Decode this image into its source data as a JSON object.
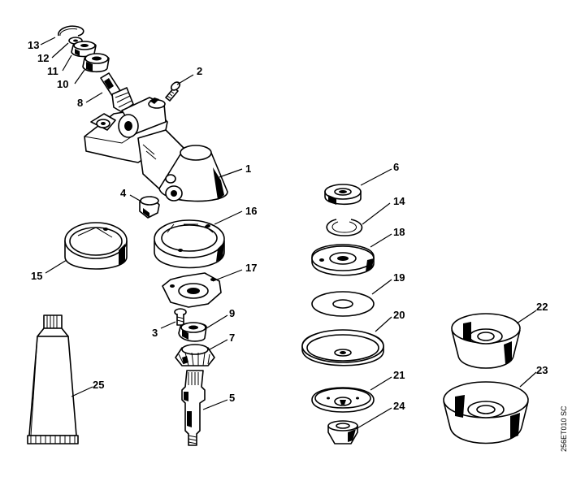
{
  "diagram": {
    "code": "256ET010 SC",
    "parts": [
      {
        "id": "p1",
        "number": "1"
      },
      {
        "id": "p2",
        "number": "2"
      },
      {
        "id": "p3",
        "number": "3"
      },
      {
        "id": "p4",
        "number": "4"
      },
      {
        "id": "p5",
        "number": "5"
      },
      {
        "id": "p6",
        "number": "6"
      },
      {
        "id": "p7",
        "number": "7"
      },
      {
        "id": "p8",
        "number": "8"
      },
      {
        "id": "p9",
        "number": "9"
      },
      {
        "id": "p10",
        "number": "10"
      },
      {
        "id": "p11",
        "number": "11"
      },
      {
        "id": "p12",
        "number": "12"
      },
      {
        "id": "p13",
        "number": "13"
      },
      {
        "id": "p14",
        "number": "14"
      },
      {
        "id": "p15",
        "number": "15"
      },
      {
        "id": "p16",
        "number": "16"
      },
      {
        "id": "p17",
        "number": "17"
      },
      {
        "id": "p18",
        "number": "18"
      },
      {
        "id": "p19",
        "number": "19"
      },
      {
        "id": "p20",
        "number": "20"
      },
      {
        "id": "p21",
        "number": "21"
      },
      {
        "id": "p22",
        "number": "22"
      },
      {
        "id": "p23",
        "number": "23"
      },
      {
        "id": "p24",
        "number": "24"
      },
      {
        "id": "p25",
        "number": "25"
      }
    ]
  }
}
